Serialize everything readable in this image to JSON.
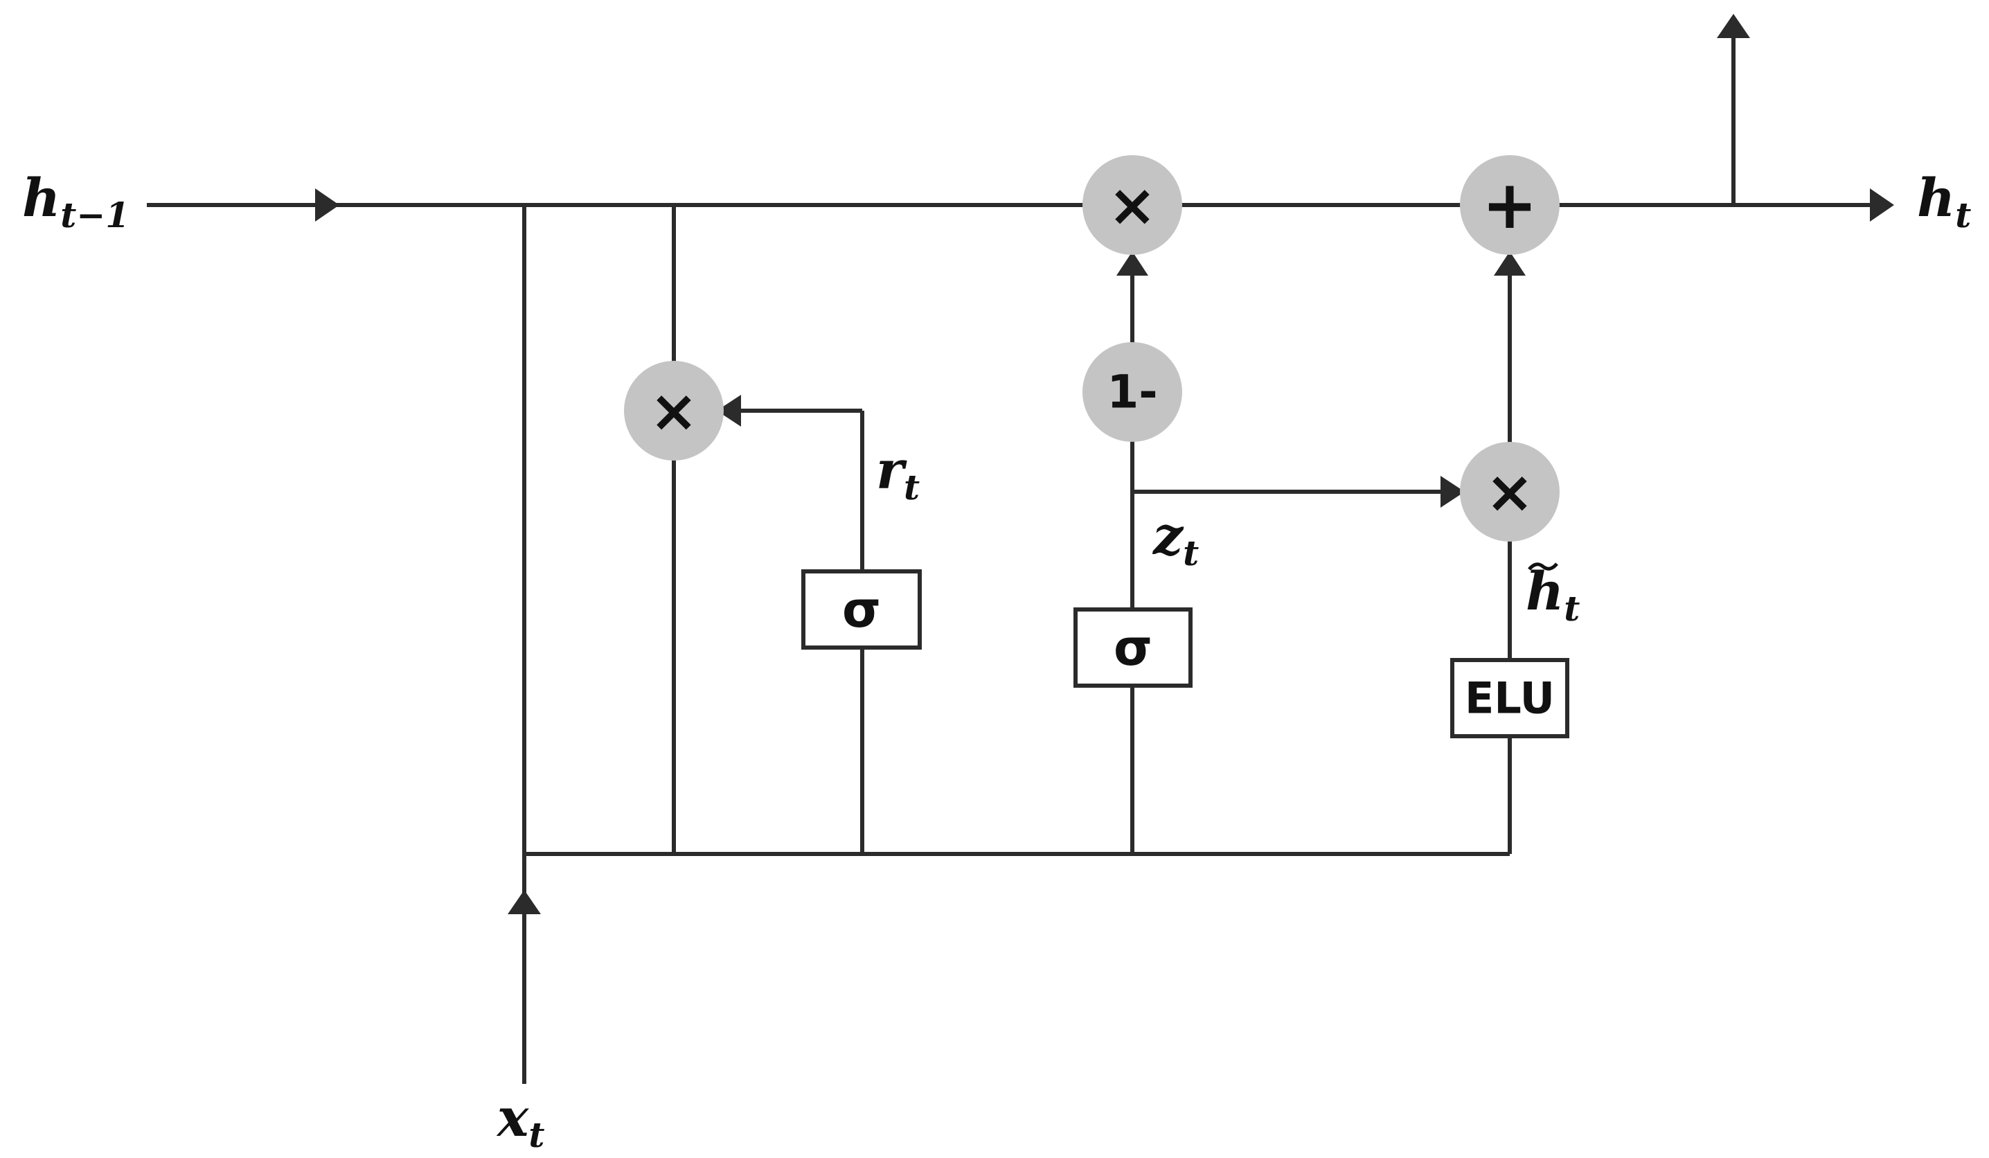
{
  "diagram": {
    "labels": {
      "h_prev_main": "h",
      "h_prev_sub": "t−1",
      "h_out_main": "h",
      "h_out_sub": "t",
      "r_main": "r",
      "r_sub": "t",
      "z_main": "z",
      "z_sub": "t",
      "h_tilde_main": "h",
      "h_tilde_sub": "t",
      "x_main": "x",
      "x_sub": "t"
    },
    "operators": {
      "reset_multiply": "×",
      "update_multiply": "×",
      "candidate_multiply": "×",
      "add": "+",
      "one_minus": "1-"
    },
    "blocks": {
      "reset_gate": "σ",
      "update_gate": "σ",
      "activation": "ELU"
    }
  }
}
